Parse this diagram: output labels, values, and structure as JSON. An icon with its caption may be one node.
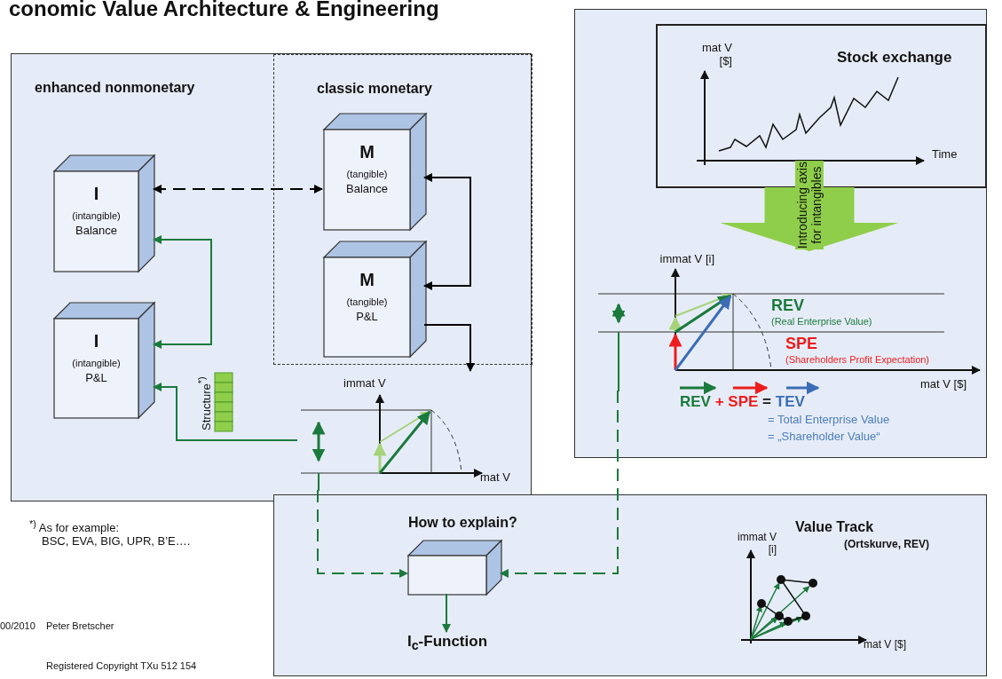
{
  "diagram": {
    "title": "conomic Value Architecture & Engineering",
    "nodes": [
      {
        "text": [
          "enhanced nonmonetary"
        ]
      },
      {
        "text": [
          "classic monetary"
        ],
        "in": 0
      },
      {
        "text": [
          "I",
          "(intangible)",
          "Balance"
        ],
        "in": 0
      },
      {
        "text": [
          "I",
          "(intangible)",
          "P&L"
        ],
        "in": 0
      },
      {
        "text": [
          "M",
          "(tangible)",
          "Balance"
        ],
        "in": 1
      },
      {
        "text": [
          "M",
          "(tangible)",
          "P&L"
        ],
        "in": 1
      },
      {
        "text": [
          "immat V",
          "mat V"
        ],
        "in": 0
      },
      {
        "text": [],
        "shape": "box"
      },
      {
        "text": [
          "mat V [$]",
          "Stock exchange",
          "Time"
        ],
        "in": 7
      },
      {
        "text": [
          "immat V [i]",
          "REV",
          "(Real Enterprise Value)",
          "SPE",
          "(Shareholders Profit Expectation)",
          "mat V [$]"
        ],
        "in": 7
      },
      {
        "text": [],
        "shape": "box"
      },
      {
        "text": [
          "How to explain?"
        ],
        "in": 10
      },
      {
        "text": [
          "I$_{c}$-Function"
        ],
        "in": 10
      },
      {
        "text": [
          "Value Track",
          "immat V [i]",
          "(Ortskurve, REV)",
          "mat V [$]"
        ],
        "in": 10
      }
    ],
    "edges": [
      {
        "from": 2,
        "to": 4,
        "arrow": "both",
        "style": "dashed",
        "color": "#000000"
      },
      {
        "from": 4,
        "to": 5,
        "arrow": "both",
        "color": "#000000"
      },
      {
        "from": 5,
        "to": 6,
        "arrow": "to",
        "color": "#000000"
      },
      {
        "from": 2,
        "to": 3,
        "arrow": "both"
      },
      {
        "from": 6,
        "to": 3,
        "arrow": "to"
      },
      {
        "from": 6,
        "to": 11,
        "arrow": "to",
        "style": "dashed"
      },
      {
        "from": 9,
        "to": 11,
        "arrow": "to",
        "style": "dashed"
      },
      {
        "from": 8,
        "to": 9,
        "arrow": "to",
        "style": "thick",
        "color": "#8fce4a",
        "label": "Introducing axis for intangibles"
      },
      {
        "from": 11,
        "to": 12,
        "arrow": "to"
      }
    ],
    "labels": [
      "Structure$^{*)}$",
      "REV + SPE = TEV",
      "= Total Enterprise Value",
      "= „Shareholder Value“",
      "$^{*)}$ As for example:",
      "BSC, EVA, BIG, UPR, B’E….",
      "00/2010",
      "Peter Bretscher",
      "Registered Copyright TXu 512 154"
    ]
  }
}
